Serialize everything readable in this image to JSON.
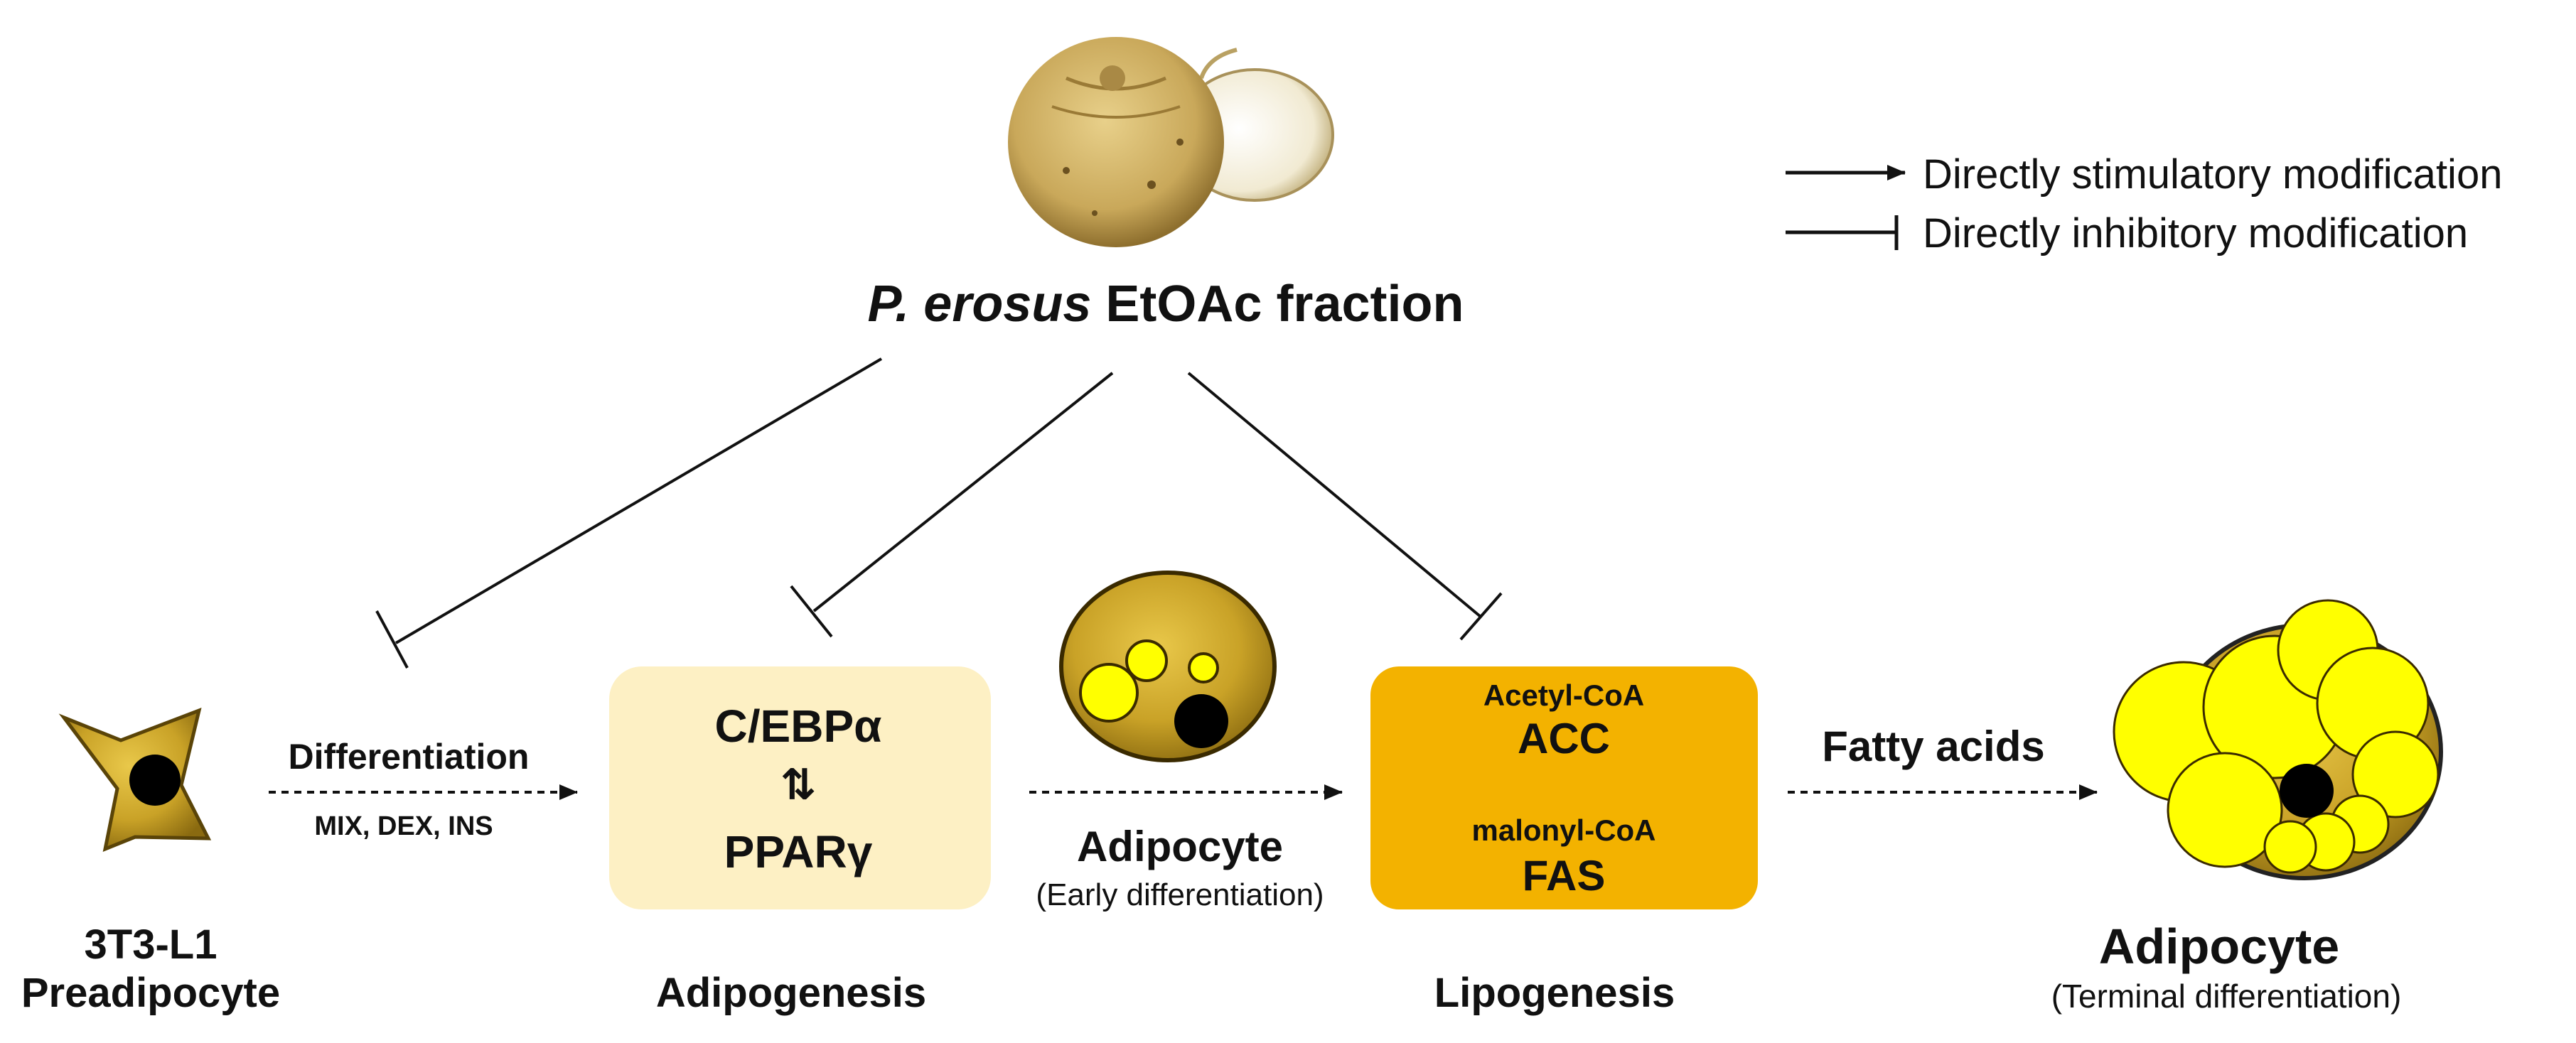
{
  "source": {
    "title_italic": "P. erosus",
    "title_rest": " EtOAc fraction",
    "image_icon": "jicama-tuber-photo-icon"
  },
  "legend": {
    "stimulatory": "Directly stimulatory modification",
    "inhibitory": "Directly inhibitory modification"
  },
  "stages": {
    "preadipocyte": {
      "line1": "3T3-L1",
      "line2": "Preadipocyte"
    },
    "differentiation": {
      "label": "Differentiation",
      "inducers": "MIX, DEX, INS"
    },
    "adipogenesis": {
      "factor1": "C/EBPα",
      "swap_arrows": "⇅",
      "factor2": "PPARγ",
      "caption": "Adipogenesis"
    },
    "early_adipocyte": {
      "label": "Adipocyte",
      "note": "(Early differentiation)"
    },
    "lipogenesis": {
      "sub1": "Acetyl-CoA",
      "enzyme1": "ACC",
      "sub2": "malonyl-CoA",
      "enzyme2": "FAS",
      "caption": "Lipogenesis"
    },
    "fatty_acids": {
      "label": "Fatty acids"
    },
    "mature_adipocyte": {
      "label": "Adipocyte",
      "note": "(Terminal differentiation)"
    }
  },
  "colors": {
    "adipogenesis_box": "#fdf0c4",
    "lipogenesis_box": "#f3b200",
    "cell_gold": "#c9a227",
    "lipid_yellow": "#ffff00",
    "nucleus": "#000000"
  }
}
